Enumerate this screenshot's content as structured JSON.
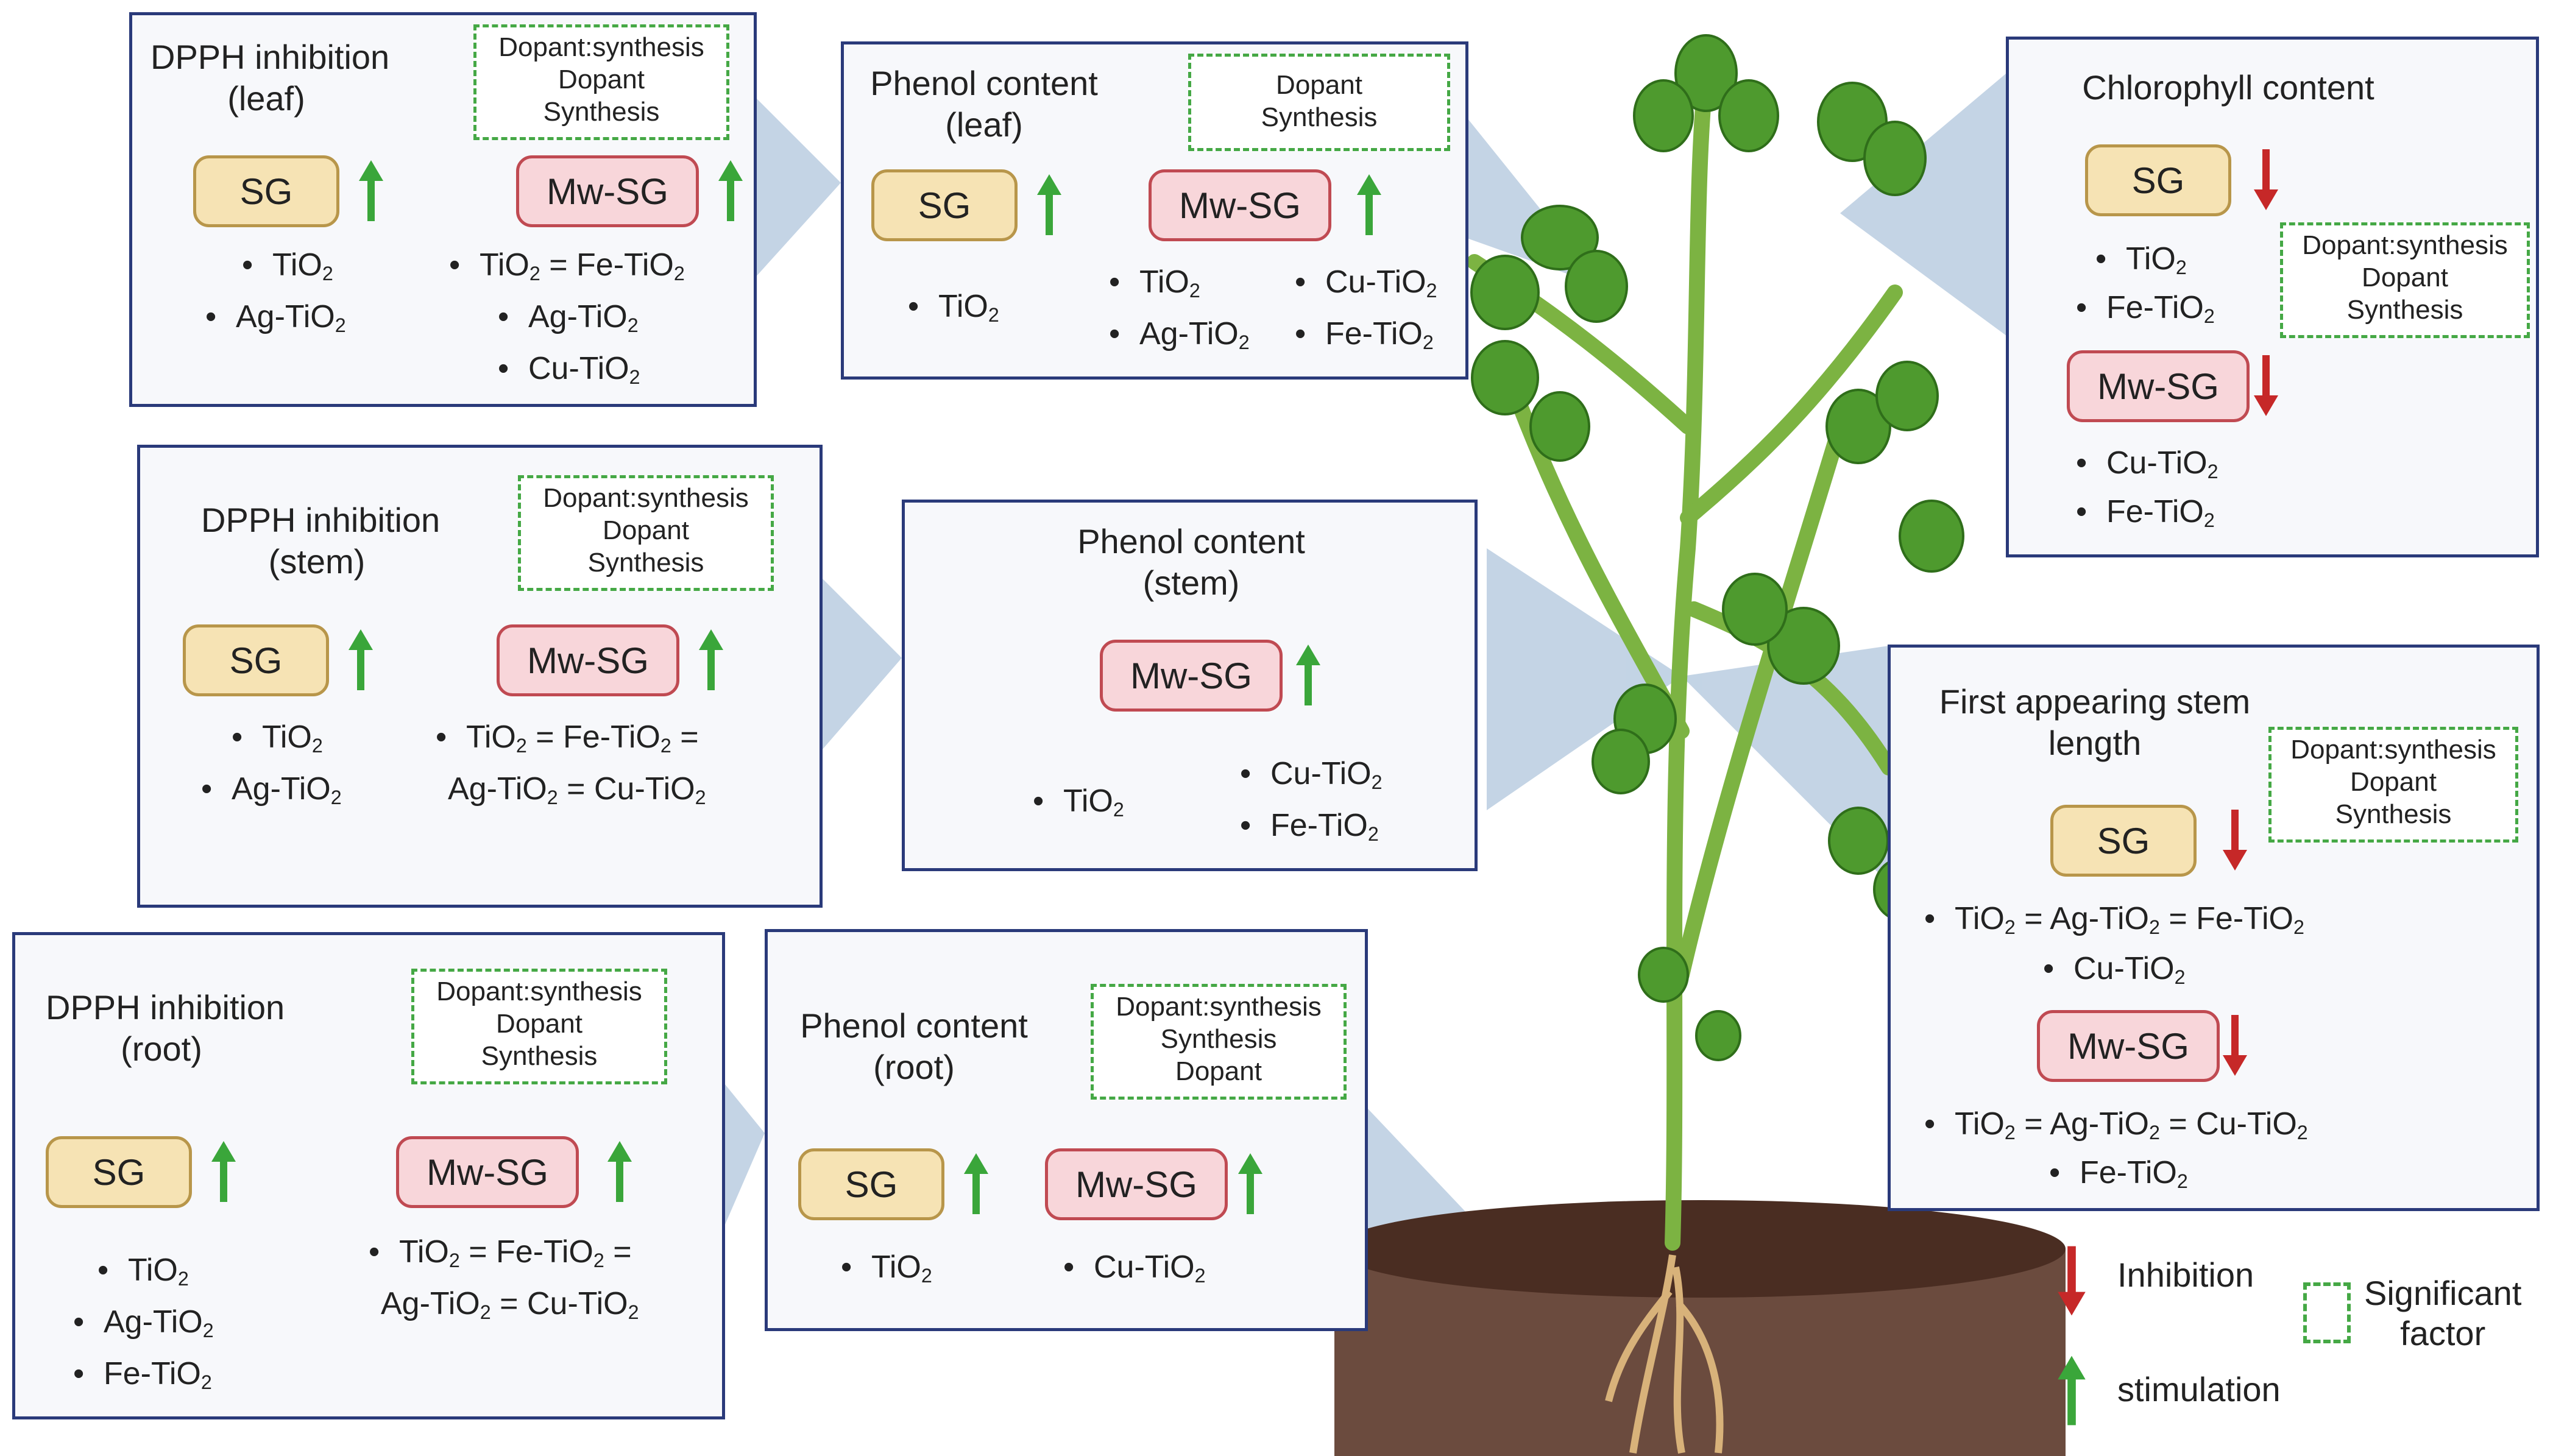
{
  "colors": {
    "panel_border": "#2a3a7a",
    "factor_border": "#45a845",
    "stimulation": "#3aa63a",
    "inhibition": "#c62828",
    "sg_fill": "#f6e3b4",
    "mw_fill": "#f8d6da"
  },
  "icons": [
    "stimulation-arrow-icon",
    "inhibition-arrow-icon",
    "significant-factor-box-icon"
  ],
  "labels": {
    "sg": "SG",
    "mw": "Mw-SG",
    "tio2": "TiO",
    "ag": "Ag-TiO",
    "cu": "Cu-TiO",
    "fe": "Fe-TiO",
    "sub2": "2"
  },
  "panels": {
    "dpph_leaf": {
      "title1": "DPPH inhibition",
      "title2": "(leaf)",
      "factors": [
        "Dopant:synthesis",
        "Dopant",
        "Synthesis"
      ]
    },
    "phenol_leaf": {
      "title1": "Phenol content",
      "title2": "(leaf)",
      "factors": [
        "Dopant",
        "Synthesis"
      ]
    },
    "chlorophyll": {
      "title1": "Chlorophyll content",
      "factors": [
        "Dopant:synthesis",
        "Dopant",
        "Synthesis"
      ]
    },
    "dpph_stem": {
      "title1": "DPPH inhibition",
      "title2": "(stem)",
      "factors": [
        "Dopant:synthesis",
        "Dopant",
        "Synthesis"
      ]
    },
    "phenol_stem": {
      "title1": "Phenol content",
      "title2": "(stem)"
    },
    "stem_length": {
      "title1": "First appearing stem",
      "title2": "length",
      "factors": [
        "Dopant:synthesis",
        "Dopant",
        "Synthesis"
      ]
    },
    "dpph_root": {
      "title1": "DPPH inhibition",
      "title2": "(root)",
      "factors": [
        "Dopant:synthesis",
        "Dopant",
        "Synthesis"
      ]
    },
    "phenol_root": {
      "title1": "Phenol content",
      "title2": "(root)",
      "factors": [
        "Dopant:synthesis",
        "Synthesis",
        "Dopant"
      ]
    }
  },
  "legend": {
    "inhibition": "Inhibition",
    "stimulation": "stimulation",
    "significant1": "Significant",
    "significant2": "factor"
  }
}
